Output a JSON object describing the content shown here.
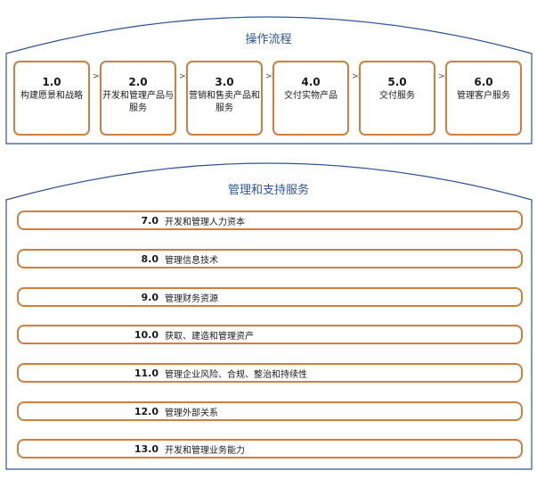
{
  "top_section": {
    "title": "操作流程",
    "steps": [
      {
        "num": "1.0",
        "label": "构建愿景和战略"
      },
      {
        "num": "2.0",
        "label": "开发和管理产品与服务"
      },
      {
        "num": "3.0",
        "label": "营销和售卖产品和服务"
      },
      {
        "num": "4.0",
        "label": "交付实物产品"
      },
      {
        "num": "5.0",
        "label": "交付服务"
      },
      {
        "num": "6.0",
        "label": "管理客户服务"
      }
    ],
    "arrow": ">>>"
  },
  "bottom_section": {
    "title": "管理和支持服务",
    "items": [
      {
        "num": "7.0",
        "label": "开发和管理人力资本"
      },
      {
        "num": "8.0",
        "label": "管理信息技术"
      },
      {
        "num": "9.0",
        "label": "管理财务资源"
      },
      {
        "num": "10.0",
        "label": "获取、建造和管理资产"
      },
      {
        "num": "11.0",
        "label": "管理企业风险、合规、整治和持续性"
      },
      {
        "num": "12.0",
        "label": "管理外部关系"
      },
      {
        "num": "13.0",
        "label": "开发和管理业务能力"
      }
    ]
  },
  "colors": {
    "frame": "#2f5597",
    "box_border": "#d07f3e",
    "title": "#2f5597"
  }
}
